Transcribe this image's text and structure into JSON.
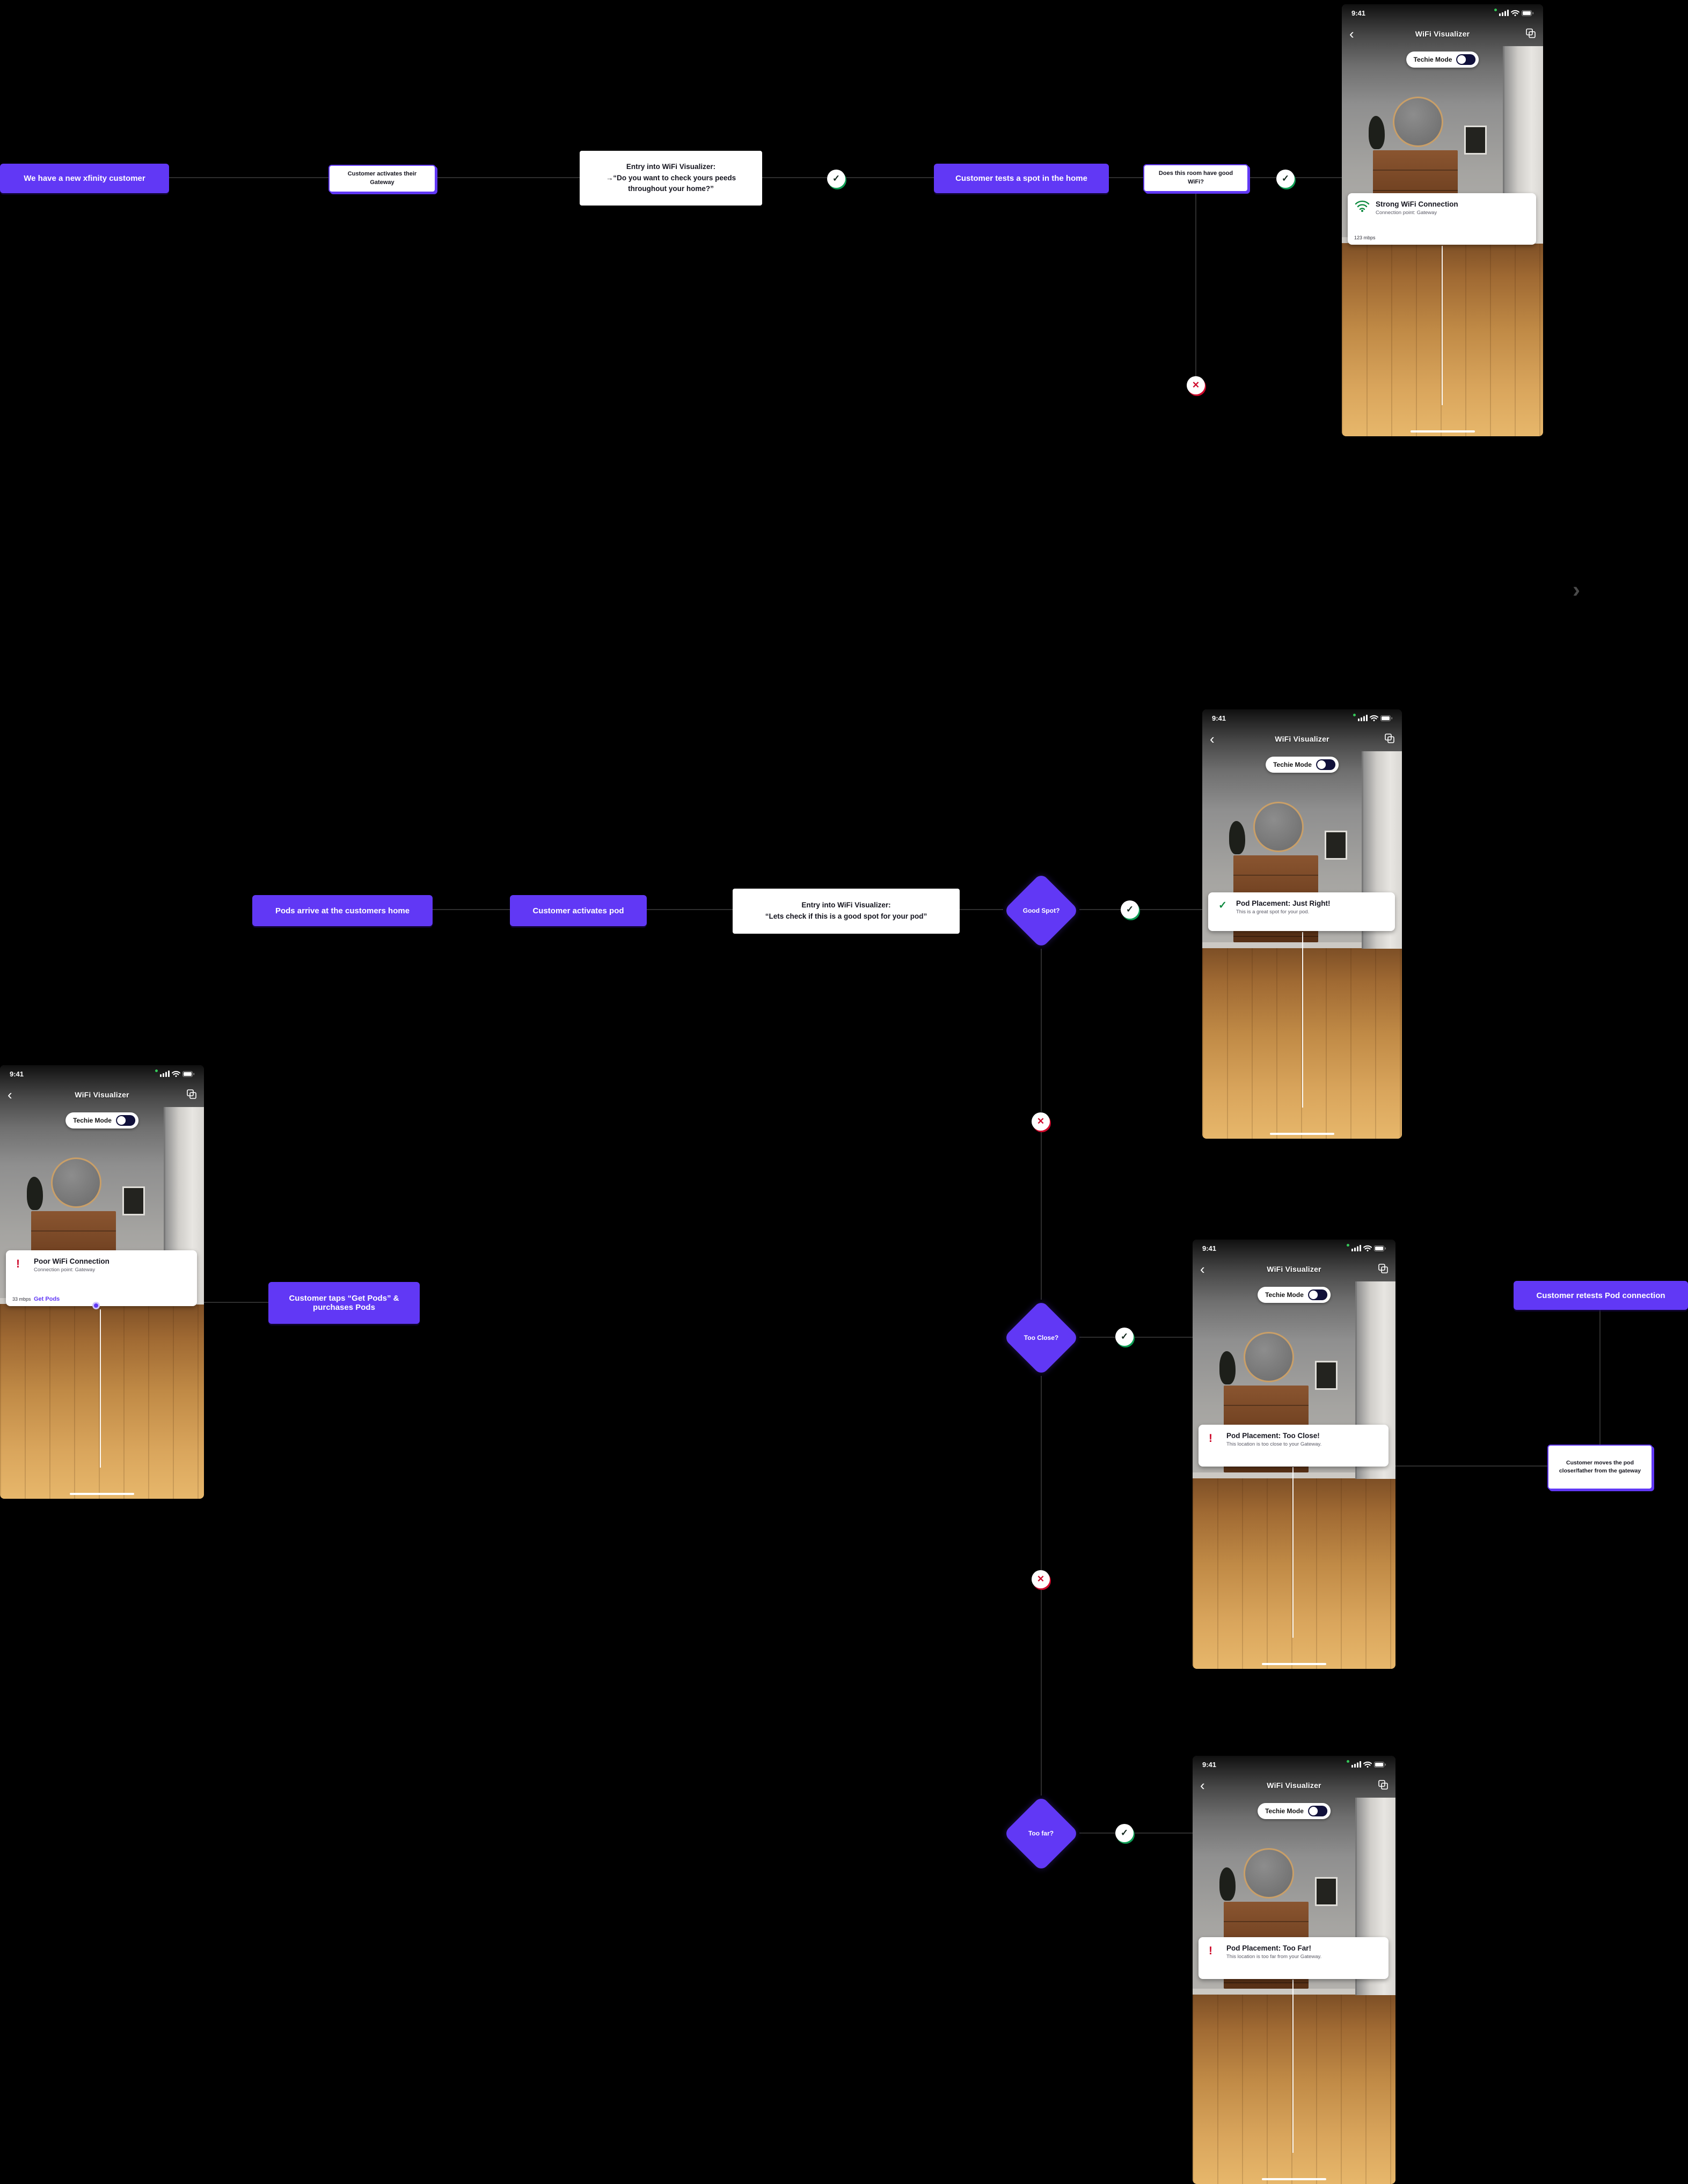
{
  "colors": {
    "accent": "#6138F5",
    "success": "#0D8A3F",
    "success_ring": "#0E9E54",
    "error": "#CF0A2C",
    "background": "#000000",
    "connector": "#2E2E2E"
  },
  "icons": {
    "check": "✓",
    "cross": "✕",
    "back": "‹",
    "next": "›",
    "alert": "!"
  },
  "flowchart": {
    "new_customer": "We have a new xfinity customer",
    "activate_gateway": "Customer activates their Gateway",
    "entry_home_title": "Entry into WiFi Visualizer:",
    "entry_home_quote": "→“Do you want to check yours peeds throughout your home?”",
    "test_spot": "Customer tests a spot in the home",
    "good_wifi_question": "Does this room have good WiFi?",
    "pods_arrive": "Pods arrive at the customers home",
    "activate_pod": "Customer activates pod",
    "entry_pod_title": "Entry into WiFi Visualizer:",
    "entry_pod_quote": "“Lets check if this is a good spot for your pod”",
    "decision_good_spot": "Good Spot?",
    "decision_too_close": "Too Close?",
    "decision_too_far": "Too far?",
    "taps_get_pods": "Customer taps “Get Pods” & purchases Pods",
    "retest": "Customer retests Pod connection",
    "move_pod": "Customer moves the pod closer/father from the gateway"
  },
  "phones": {
    "strong": {
      "time": "9:41",
      "app_title": "WiFi Visualizer",
      "techie_label": "Techie Mode",
      "card_title": "Strong WiFi Connection",
      "card_subtitle": "Connection point: Gateway",
      "speed": "123 mbps"
    },
    "poor": {
      "time": "9:41",
      "app_title": "WiFi Visualizer",
      "techie_label": "Techie Mode",
      "card_title": "Poor WiFi Connection",
      "card_subtitle": "Connection point: Gateway",
      "speed": "33 mbps",
      "link_label": "Get Pods"
    },
    "just_right": {
      "time": "9:41",
      "app_title": "WiFi Visualizer",
      "techie_label": "Techie Mode",
      "card_title": "Pod Placement: Just Right!",
      "card_subtitle": "This is a great spot for your pod."
    },
    "too_close": {
      "time": "9:41",
      "app_title": "WiFi Visualizer",
      "techie_label": "Techie Mode",
      "card_title": "Pod Placement: Too Close!",
      "card_subtitle": "This location is too close to your Gateway."
    },
    "too_far": {
      "time": "9:41",
      "app_title": "WiFi Visualizer",
      "techie_label": "Techie Mode",
      "card_title": "Pod Placement: Too Far!",
      "card_subtitle": "This location is too far from your Gateway."
    }
  }
}
